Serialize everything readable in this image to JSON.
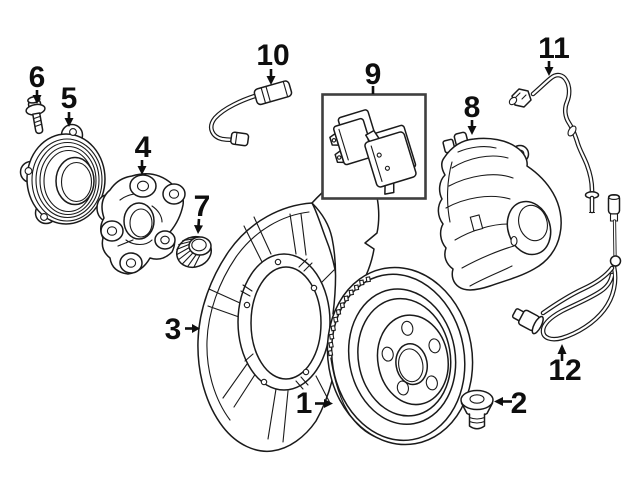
{
  "diagram": {
    "type": "exploded-parts-diagram",
    "subject": "rear disc brake assembly",
    "background_color": "#ffffff",
    "line_color": "#1a1a1a",
    "label_color": "#0e0e0e",
    "pads_box_border_color": "#3f3f3f",
    "callout_count": "12"
  },
  "callouts": [
    {
      "label": "1",
      "part": "brake-rotor"
    },
    {
      "label": "2",
      "part": "rotor-set-screw"
    },
    {
      "label": "3",
      "part": "splash-shield"
    },
    {
      "label": "4",
      "part": "wheel-carrier-hub"
    },
    {
      "label": "5",
      "part": "wheel-bearing-flange"
    },
    {
      "label": "6",
      "part": "bearing-bolt"
    },
    {
      "label": "7",
      "part": "collar-nut"
    },
    {
      "label": "8",
      "part": "brake-caliper"
    },
    {
      "label": "9",
      "part": "brake-pad-set"
    },
    {
      "label": "10",
      "part": "pad-wear-sensor"
    },
    {
      "label": "11",
      "part": "brake-hose"
    },
    {
      "label": "12",
      "part": "abs-speed-sensor"
    }
  ]
}
